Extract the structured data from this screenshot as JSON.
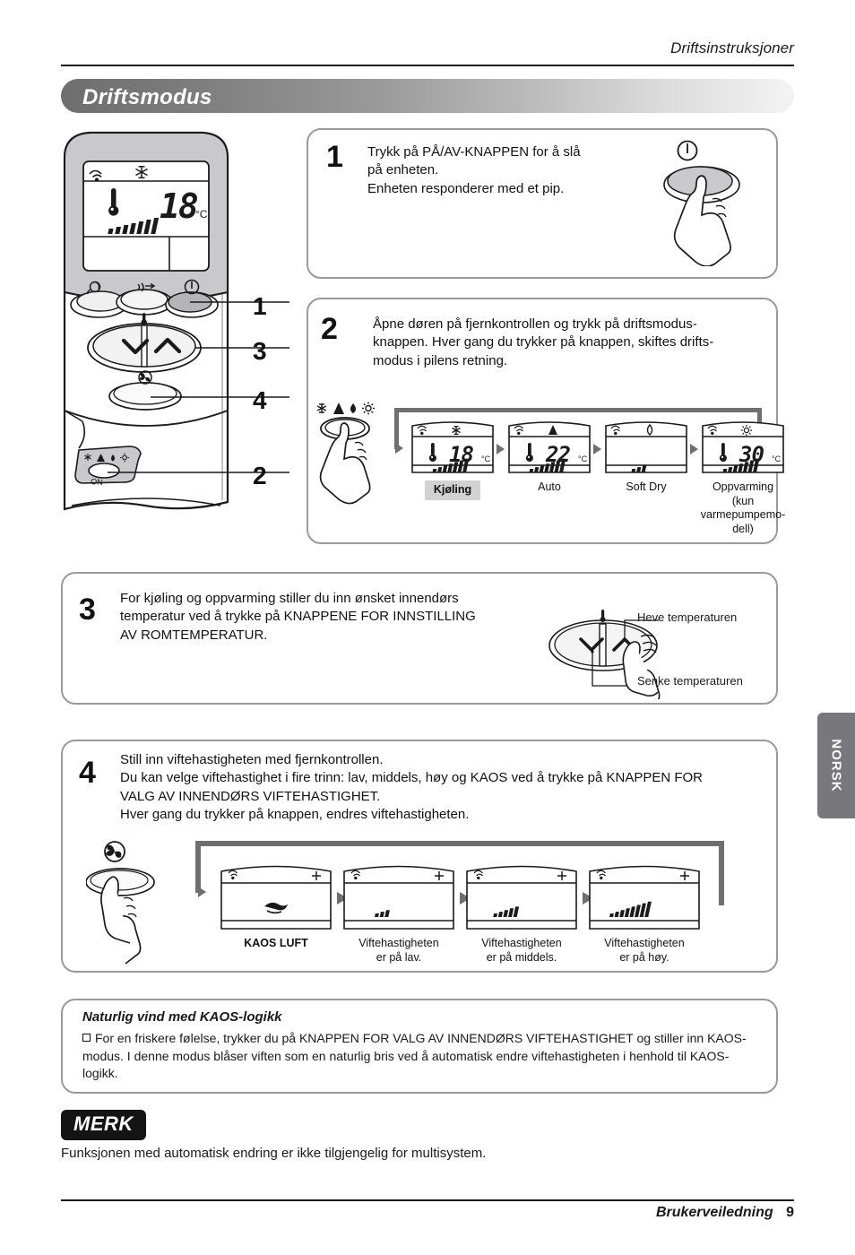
{
  "header": {
    "title": "Driftsinstruksjoner",
    "section_title": "Driftsmodus"
  },
  "side_tab": {
    "label": "NORSK"
  },
  "remote": {
    "callouts": [
      "1",
      "3",
      "4",
      "2"
    ],
    "display": {
      "signal_icon": "signal-icon",
      "mode_icon": "snowflake-icon",
      "thermometer_icon": "thermometer-icon",
      "temperature": "18",
      "unit": "°C",
      "fan_bars": 8
    }
  },
  "steps": [
    {
      "number": "1",
      "lines": [
        "Trykk på PÅ/AV-KNAPPEN for å slå",
        "på enheten.",
        "Enheten responderer med et pip."
      ],
      "icon": "power-icon"
    },
    {
      "number": "2",
      "lines": [
        "Åpne døren på fjernkontrollen og trykk på driftsmodus-",
        "knappen. Hver gang du trykker på knappen, skiftes drifts-",
        "modus i pilens retning."
      ],
      "button_icons": [
        "snowflake-icon",
        "auto-icon",
        "droplet-icon",
        "sun-icon"
      ],
      "modes": [
        {
          "icon": "snowflake-icon",
          "temperature": "18",
          "unit": "°C",
          "fan_bars": 7,
          "has_temp": true,
          "caption": "Kjøling",
          "highlight": true
        },
        {
          "icon": "auto-icon",
          "temperature": "22",
          "unit": "°C",
          "fan_bars": 7,
          "has_temp": true,
          "caption": "Auto",
          "highlight": false
        },
        {
          "icon": "droplet-icon",
          "temperature": "",
          "unit": "",
          "fan_bars": 3,
          "has_temp": false,
          "caption": "Soft Dry",
          "highlight": false
        },
        {
          "icon": "sun-icon",
          "temperature": "30",
          "unit": "°C",
          "fan_bars": 7,
          "has_temp": true,
          "caption": "Oppvarming\n(kun\nvarmepumpemo-\ndell)",
          "highlight": false
        }
      ]
    },
    {
      "number": "3",
      "lines": [
        "For kjøling og oppvarming stiller du inn ønsket innendørs",
        "temperatur ved å trykke på KNAPPENE FOR INNSTILLING",
        "AV ROMTEMPERATUR."
      ],
      "callout_up": "Heve temperaturen",
      "callout_down": "Senke temperaturen"
    },
    {
      "number": "4",
      "lines": [
        "Still inn viftehastigheten med fjernkontrollen.",
        "Du kan velge viftehastighet i fire trinn: lav, middels, høy og KAOS ved å trykke på KNAPPEN FOR",
        "VALG AV INNENDØRS VIFTEHASTIGHET.",
        "Hver gang du trykker på knappen, endres viftehastigheten."
      ],
      "fan_button_icon": "fan-icon",
      "speeds": [
        {
          "glyph": "kaos",
          "fan_bars": 0,
          "caption": "KAOS LUFT",
          "bold": true
        },
        {
          "glyph": "bars",
          "fan_bars": 3,
          "caption": "Viftehastigheten\ner på lav.",
          "bold": false
        },
        {
          "glyph": "bars",
          "fan_bars": 5,
          "caption": "Viftehastigheten\ner på middels.",
          "bold": false
        },
        {
          "glyph": "bars",
          "fan_bars": 8,
          "caption": "Viftehastigheten\ner på høy.",
          "bold": false
        }
      ]
    }
  ],
  "note": {
    "title": "Naturlig vind med KAOS-logikk",
    "body": "For en friskere følelse, trykker du på KNAPPEN FOR VALG AV INNENDØRS VIFTEHASTIGHET og stiller inn KAOS-modus. I denne modus blåser viften som en naturlig bris ved å automatisk endre viftehastigheten i henhold til KAOS-logikk."
  },
  "merk": {
    "label": "MERK",
    "text": "Funksjonen med automatisk endring er ikke tilgjengelig for multisystem."
  },
  "footer": {
    "manual": "Brukerveiledning",
    "page": "9"
  }
}
